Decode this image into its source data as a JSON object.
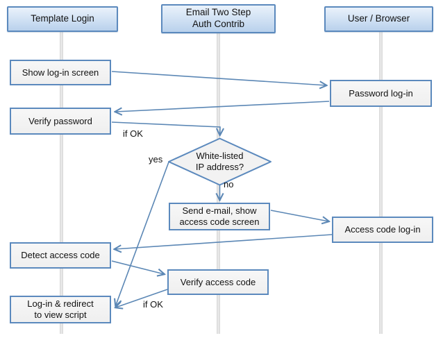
{
  "colors": {
    "accent_border": "#5b89bd",
    "arrow": "#5b87b5",
    "header_gradient_top": "#eaf2fb",
    "header_gradient_bottom": "#b9d1ec",
    "node_fill": "#f2f2f2",
    "lifeline": "#e0e0e0",
    "text": "#111111"
  },
  "lanes": [
    {
      "id": "template-login",
      "label": "Template Login"
    },
    {
      "id": "email-two-step-auth-contrib",
      "label": "Email Two Step\nAuth Contrib"
    },
    {
      "id": "user-browser",
      "label": "User / Browser"
    }
  ],
  "nodes": [
    {
      "id": "show-login-screen",
      "type": "process",
      "lane": "template-login",
      "label": "Show log-in screen"
    },
    {
      "id": "password-login",
      "type": "process",
      "lane": "user-browser",
      "label": "Password log-in"
    },
    {
      "id": "verify-password",
      "type": "process",
      "lane": "template-login",
      "label": "Verify password"
    },
    {
      "id": "whitelisted-ip",
      "type": "decision",
      "lane": "email-two-step-auth-contrib",
      "label": "White-listed\nIP address?"
    },
    {
      "id": "send-email-show-access-code",
      "type": "process",
      "lane": "email-two-step-auth-contrib",
      "label": "Send e-mail, show\naccess code screen"
    },
    {
      "id": "access-code-login",
      "type": "process",
      "lane": "user-browser",
      "label": "Access code log-in"
    },
    {
      "id": "detect-access-code",
      "type": "process",
      "lane": "template-login",
      "label": "Detect access code"
    },
    {
      "id": "verify-access-code",
      "type": "process",
      "lane": "email-two-step-auth-contrib",
      "label": "Verify access code"
    },
    {
      "id": "login-redirect",
      "type": "process",
      "lane": "template-login",
      "label": "Log-in & redirect\nto view script"
    }
  ],
  "edges": [
    {
      "from": "show-login-screen",
      "to": "password-login",
      "label": ""
    },
    {
      "from": "password-login",
      "to": "verify-password",
      "label": ""
    },
    {
      "from": "verify-password",
      "to": "whitelisted-ip",
      "label": "if OK"
    },
    {
      "from": "whitelisted-ip",
      "to": "send-email-show-access-code",
      "label": "no"
    },
    {
      "from": "whitelisted-ip",
      "to": "login-redirect",
      "label": "yes"
    },
    {
      "from": "send-email-show-access-code",
      "to": "access-code-login",
      "label": ""
    },
    {
      "from": "access-code-login",
      "to": "detect-access-code",
      "label": ""
    },
    {
      "from": "detect-access-code",
      "to": "verify-access-code",
      "label": ""
    },
    {
      "from": "verify-access-code",
      "to": "login-redirect",
      "label": "if OK"
    }
  ],
  "edge_labels": {
    "ifok_top": "if OK",
    "yes": "yes",
    "no": "no",
    "ifok_bottom": "if OK"
  }
}
